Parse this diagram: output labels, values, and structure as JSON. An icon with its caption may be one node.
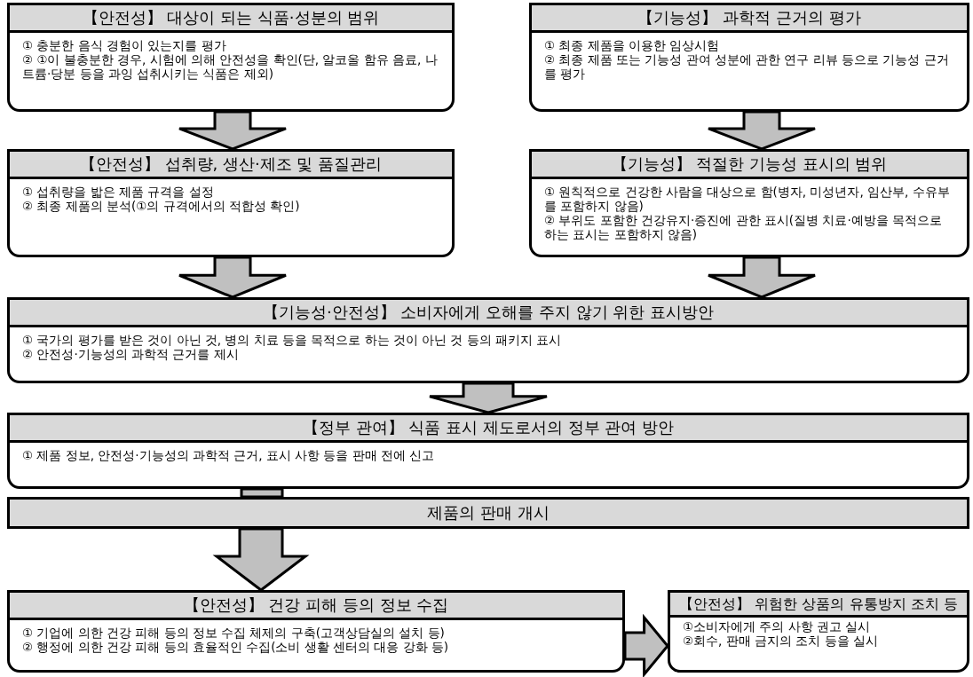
{
  "diagram": {
    "nodes": [
      {
        "text": [
          "【안전성】 대상이 되는 식품·성분의 범위",
          "① 충분한 음식 경험이 있는지를 평가",
          "② ①이 불충분한 경우, 시험에 의해 안전성을 확인(단, 알코올 함유 음료, 나트륨·당분 등을 과잉 섭취시키는 식품은 제외)"
        ]
      },
      {
        "text": [
          "【기능성】 과학적 근거의 평가",
          "① 최종 제품을 이용한 임상시험",
          "② 최종 제품 또는 기능성 관여 성분에 관한 연구 리뷰 등으로 기능성 근거를 평가"
        ]
      },
      {
        "text": [
          "【안전성】 섭취량, 생산·제조 및 품질관리",
          "① 섭취량을 밟은 제품 규격을 설정",
          "② 최종 제품의 분석(①의 규격에서의 적합성 확인)"
        ]
      },
      {
        "text": [
          "【기능성】 적절한 기능성 표시의 범위",
          "① 원칙적으로 건강한 사람을 대상으로 함(병자, 미성년자, 임산부, 수유부를 포함하지 않음)",
          "② 부위도 포함한 건강유지·증진에 관한 표시(질병 치료·예방을 목적으로 하는 표시는 포함하지 않음)"
        ]
      },
      {
        "text": [
          "【기능성·안전성】 소비자에게 오해를 주지 않기 위한 표시방안",
          "① 국가의 평가를 받은 것이 아닌 것, 병의 치료 등을 목적으로 하는 것이 아닌 것 등의 패키지 표시",
          "② 안전성·기능성의 과학적 근거를 제시"
        ]
      },
      {
        "text": [
          "【정부 관여】 식품 표시 제도로서의 정부 관여 방안",
          "① 제품 정보, 안전성·기능성의 과학적 근거, 표시 사항 등을 판매 전에 신고"
        ]
      },
      {
        "text": [
          "제품의 판매 개시"
        ]
      },
      {
        "text": [
          "【안전성】 건강 피해 등의 정보 수집",
          "① 기업에 의한 건강 피해 등의 정보 수집 체제의 구축(고객상담실의 설치 등)",
          "② 행정에 의한 건강 피해 등의 효율적인 수집(소비 생활 센터의 대응 강화 등)"
        ]
      },
      {
        "text": [
          "【안전성】 위험한 상품의 유통방지 조치 등",
          "①소비자에게 주의 사항 권고 실시",
          "②회수, 판매 금지의 조치 등을 실시"
        ]
      }
    ],
    "edges": [
      {
        "from": 0,
        "to": 2,
        "arrow": "to"
      },
      {
        "from": 1,
        "to": 3,
        "arrow": "to"
      },
      {
        "from": 2,
        "to": 4,
        "arrow": "to"
      },
      {
        "from": 3,
        "to": 4,
        "arrow": "to"
      },
      {
        "from": 4,
        "to": 5,
        "arrow": "to"
      },
      {
        "from": 5,
        "to": 6,
        "arrow": "none"
      },
      {
        "from": 6,
        "to": 7,
        "arrow": "to"
      },
      {
        "from": 7,
        "to": 8,
        "arrow": "to"
      }
    ]
  }
}
